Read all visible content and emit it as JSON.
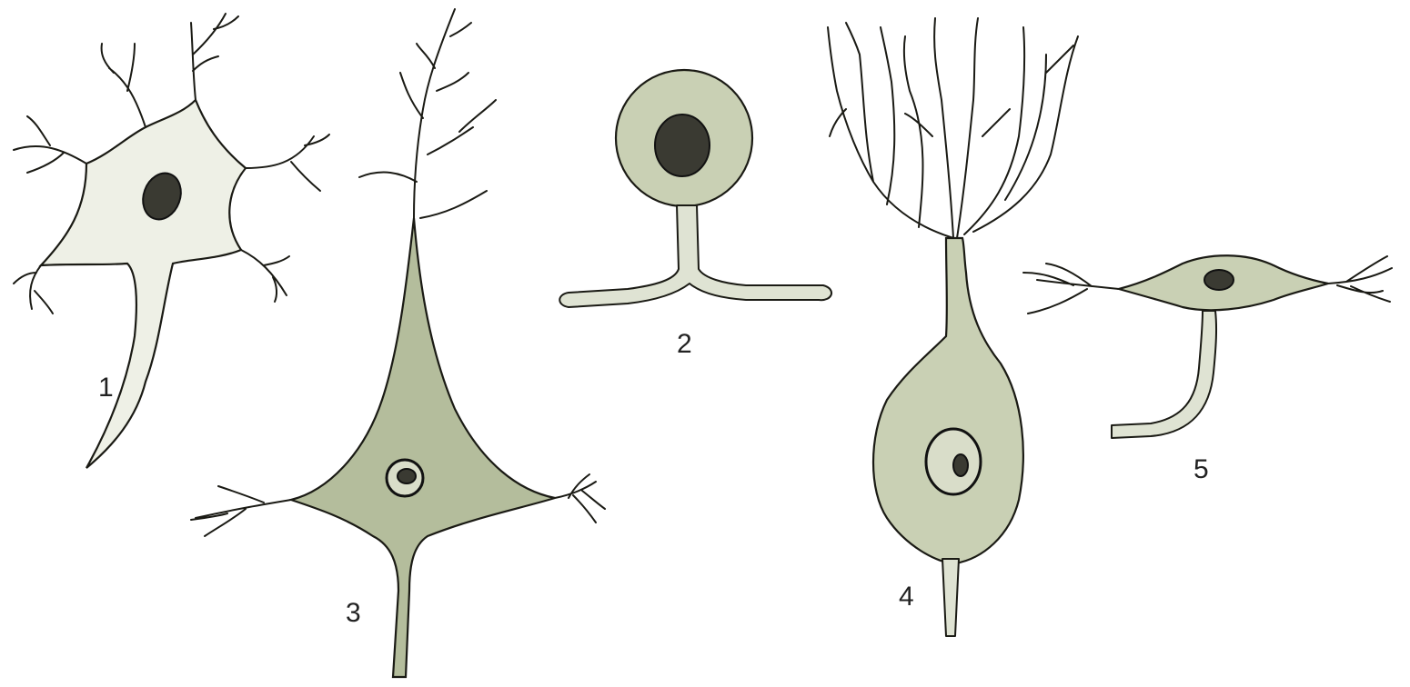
{
  "labels": {
    "cell1": "1",
    "cell2": "2",
    "cell3": "3",
    "cell4": "4",
    "cell5": "5"
  },
  "colors": {
    "outline": "#1a1a14",
    "cytoplasm_light": "#eef0e6",
    "cytoplasm_green": "#b4bd9c",
    "nucleus": "#3a3a32"
  }
}
